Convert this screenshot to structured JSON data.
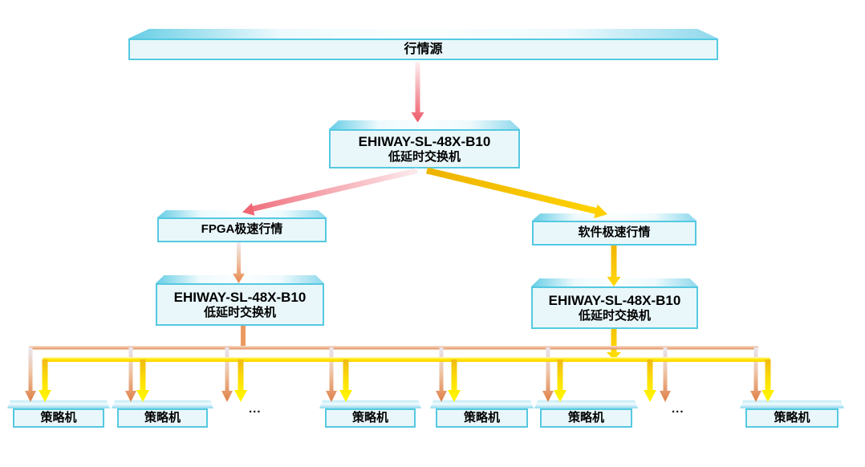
{
  "nodes": {
    "source": {
      "label": "行情源"
    },
    "core_switch": {
      "model": "EHIWAY-SL-48X-B10",
      "type": "低延时交换机"
    },
    "fpga_feed": {
      "label": "FPGA极速行情"
    },
    "software_feed": {
      "label": "软件极速行情"
    },
    "fpga_switch": {
      "model": "EHIWAY-SL-48X-B10",
      "type": "低延时交换机"
    },
    "software_switch": {
      "model": "EHIWAY-SL-48X-B10",
      "type": "低延时交换机"
    },
    "strategy_machines": [
      {
        "label": "策略机"
      },
      {
        "label": "策略机"
      },
      {
        "label": "策略机"
      },
      {
        "label": "策略机"
      },
      {
        "label": "策略机"
      },
      {
        "label": "策略机"
      }
    ],
    "ellipsis_left": "...",
    "ellipsis_right": "..."
  },
  "colors": {
    "box_fill": "#e9f7fb",
    "box_border": "#55c9e1",
    "bevel_cyan": "#66cde5",
    "pink_path": "#ee5a68",
    "orange_path": "#e0854c",
    "yellow_path": "#ffd400",
    "gold_path": "#f0b600"
  }
}
